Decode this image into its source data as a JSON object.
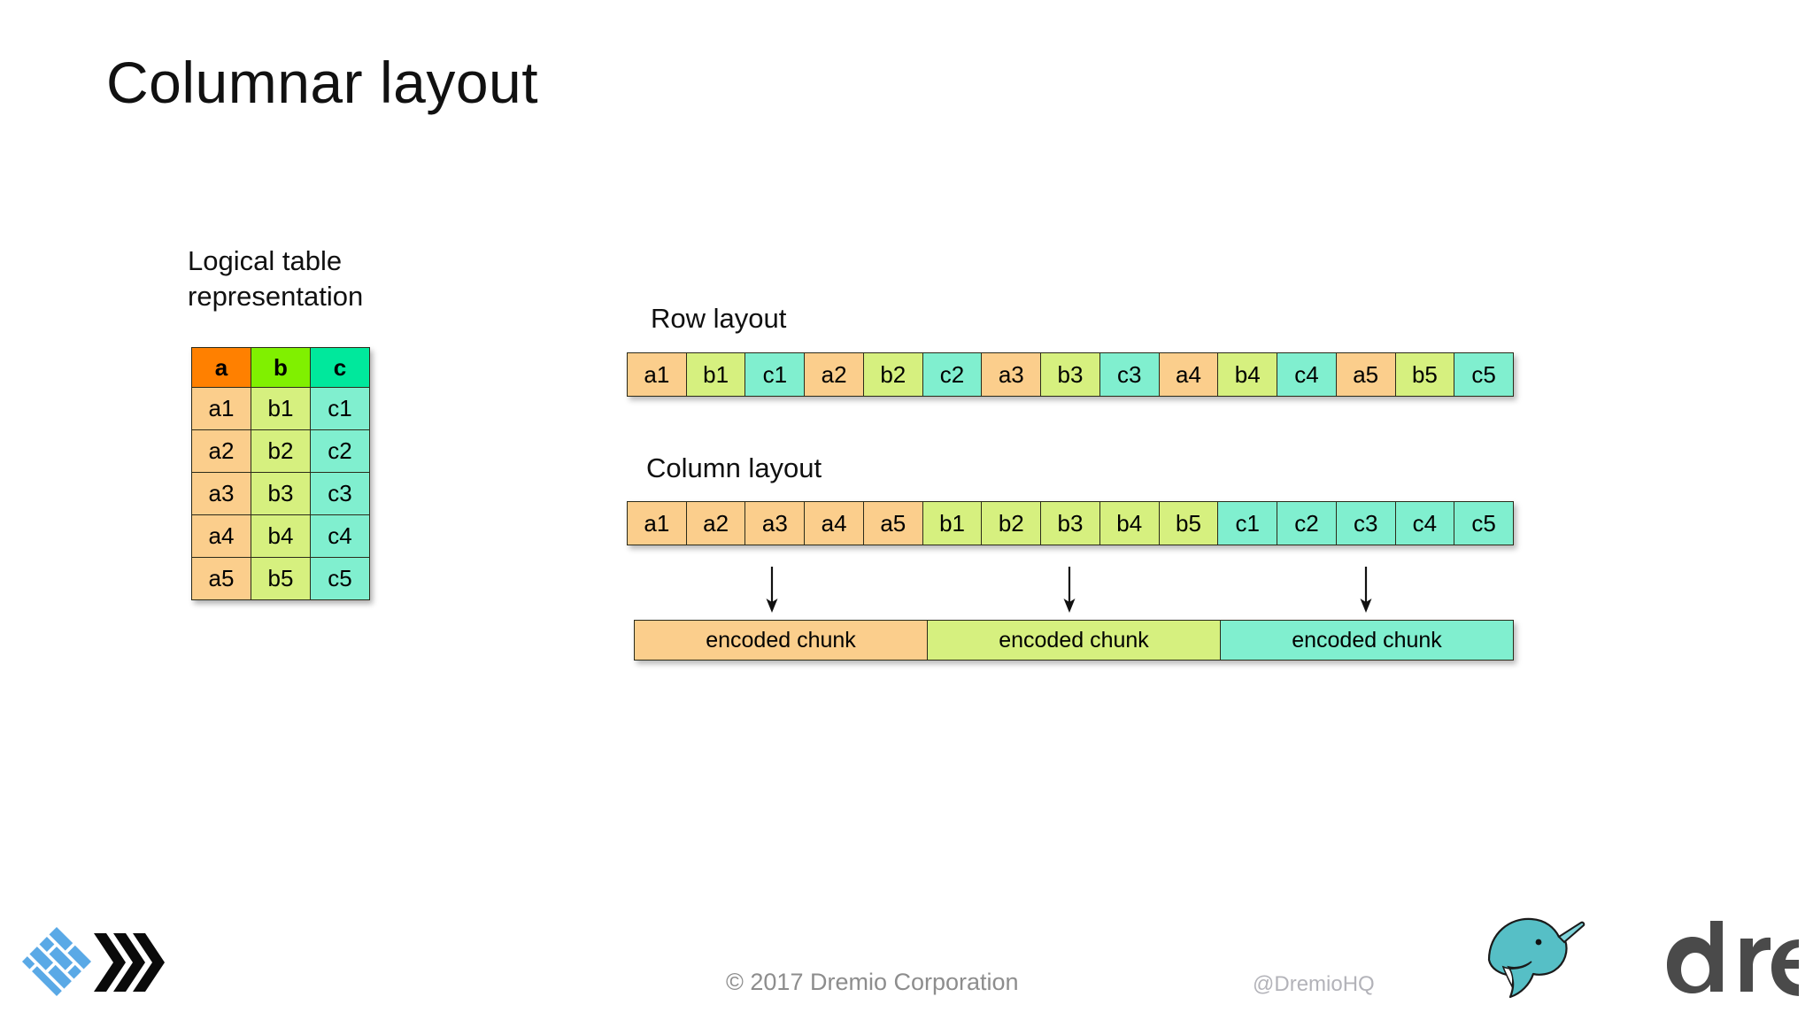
{
  "slide": {
    "title": "Columnar layout",
    "background_color": "#ffffff"
  },
  "labels": {
    "logical_table": "Logical table\nrepresentation",
    "logical_table_line1": "Logical table",
    "logical_table_line2": "representation",
    "row_layout": "Row layout",
    "column_layout": "Column layout"
  },
  "logical_table": {
    "headers": [
      "a",
      "b",
      "c"
    ],
    "rows": [
      [
        "a1",
        "b1",
        "c1"
      ],
      [
        "a2",
        "b2",
        "c2"
      ],
      [
        "a3",
        "b3",
        "c3"
      ],
      [
        "a4",
        "b4",
        "c4"
      ],
      [
        "a5",
        "b5",
        "c5"
      ]
    ]
  },
  "row_layout": {
    "cells": [
      "a1",
      "b1",
      "c1",
      "a2",
      "b2",
      "c2",
      "a3",
      "b3",
      "c3",
      "a4",
      "b4",
      "c4",
      "a5",
      "b5",
      "c5"
    ]
  },
  "column_layout": {
    "cells": [
      "a1",
      "a2",
      "a3",
      "a4",
      "a5",
      "b1",
      "b2",
      "b3",
      "b4",
      "b5",
      "c1",
      "c2",
      "c3",
      "c4",
      "c5"
    ]
  },
  "encoded_chunks": {
    "cells": [
      "encoded chunk",
      "encoded chunk",
      "encoded chunk"
    ]
  },
  "footer": {
    "copyright": "© 2017 Dremio Corporation",
    "twitter_handle": "@DremioHQ",
    "brand_name": "dremio"
  },
  "colors": {
    "header_a": "#ff8000",
    "header_b": "#80f000",
    "header_c": "#00e89c",
    "body_a": "#fbce8c",
    "body_b": "#d6f07f",
    "body_c": "#80efcf",
    "border": "#2b2b1a",
    "title_text": "#111111",
    "footer_text": "#8d8d8d",
    "handle_text": "#b3b3b9",
    "parquet_blue": "#5aa9e6",
    "narwhal_teal": "#56bfc6",
    "wordmark_gray": "#4a4a4a"
  }
}
